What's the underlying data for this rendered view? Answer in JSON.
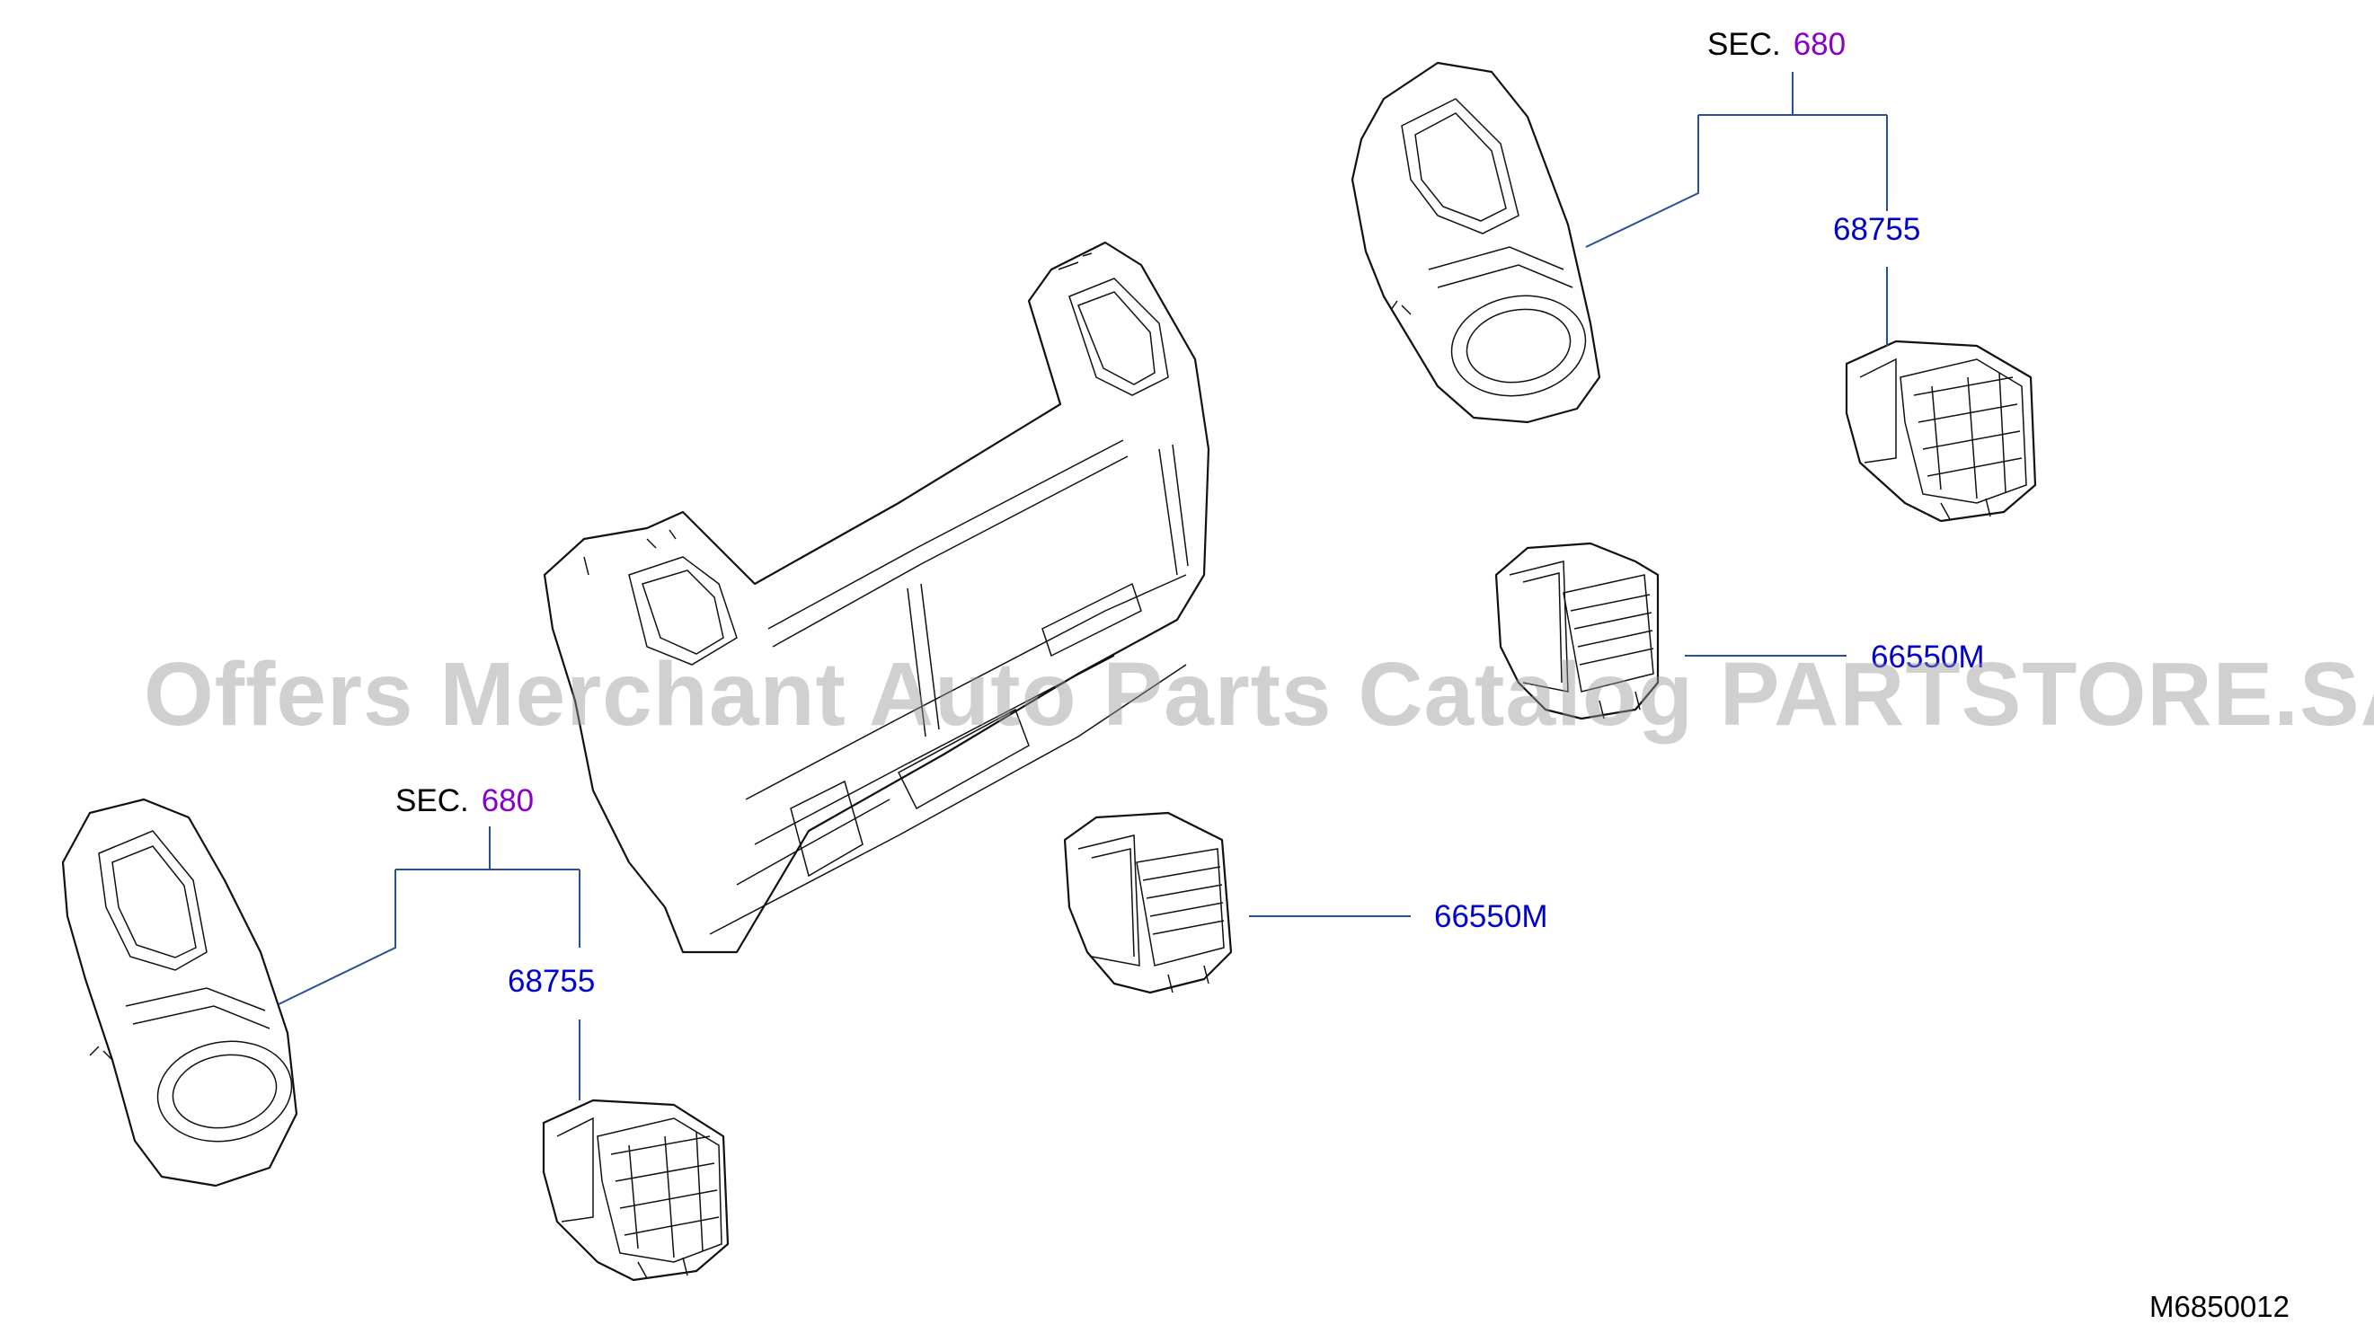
{
  "labels": {
    "sec_top_prefix": "SEC.",
    "sec_top_ref": "680",
    "sec_left_prefix": "SEC.",
    "sec_left_ref": "680",
    "part_68755_top": "68755",
    "part_68755_left": "68755",
    "part_66550m_top": "66550M",
    "part_66550m_mid": "66550M",
    "diagram_code": "M6850012"
  },
  "watermark": "Offers Merchant Auto Parts Catalog PARTSTORE.SA",
  "colors": {
    "sec_text": "#000000",
    "sec_ref": "#8800cc",
    "part_number": "#0000cc",
    "leader_line": "#2a4f9a",
    "line_art": "#111111"
  }
}
